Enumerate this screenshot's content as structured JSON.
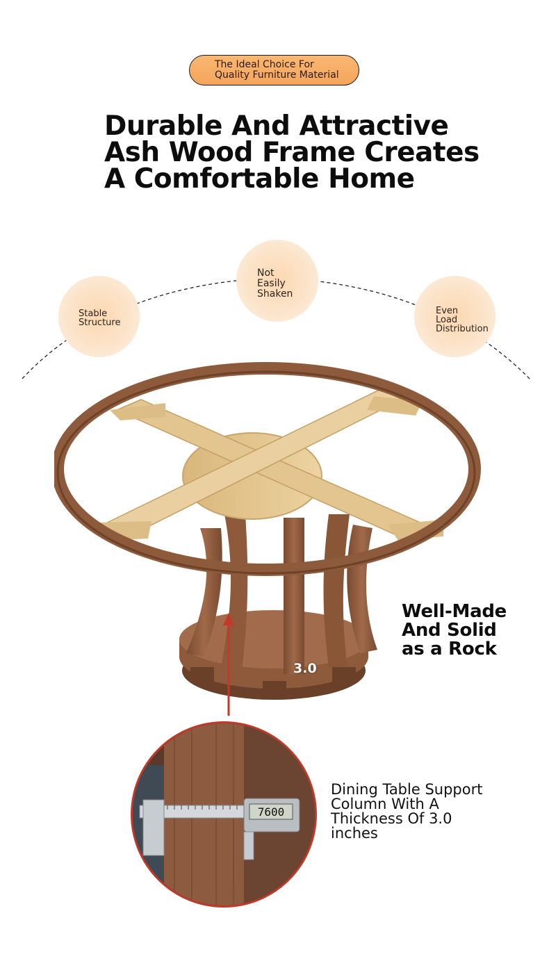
{
  "tagline": {
    "line1": "The Ideal Choice For",
    "line2": "Quality Furniture Material"
  },
  "headline": {
    "line1": "Durable And Attractive",
    "line2": "Ash Wood Frame Creates",
    "line3": "A Comfortable Home"
  },
  "features": [
    {
      "lines": [
        "Stable",
        "Structure"
      ]
    },
    {
      "lines": [
        "Not",
        "Easily",
        "Shaken"
      ]
    },
    {
      "lines": [
        "Even",
        "Load",
        "Distribution"
      ]
    }
  ],
  "side_title": {
    "line1": "Well-Made",
    "line2": "And Solid",
    "line3": "as a Rock"
  },
  "thickness_badge": "3.0",
  "caliper_reading": "7600",
  "caption": {
    "line1": "Dining Table Support",
    "line2": "Column With A",
    "line3": "Thickness Of 3.0",
    "line4": "inches"
  },
  "colors": {
    "accent_orange": "#f4a45a",
    "walnut": "#8b5a3c",
    "ash_light": "#e2c58e",
    "arrow_red": "#c0392b"
  }
}
